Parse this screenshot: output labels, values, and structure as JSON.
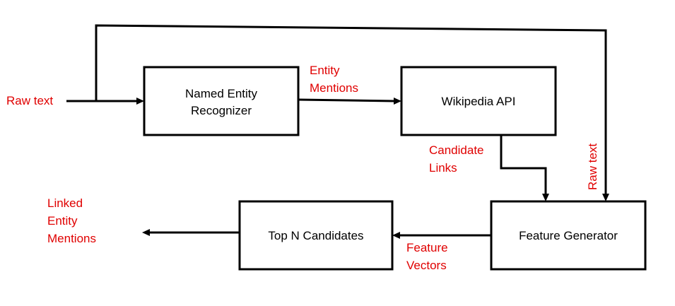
{
  "colors": {
    "box_stroke": "#000000",
    "arrow": "#000000",
    "box_text": "#000000",
    "edge_label": "#e00000",
    "background": "#ffffff"
  },
  "boxes": {
    "ner": {
      "line1": "Named Entity",
      "line2": "Recognizer"
    },
    "wiki": {
      "label": "Wikipedia API"
    },
    "feature": {
      "label": "Feature Generator"
    },
    "topn": {
      "label": "Top N Candidates"
    }
  },
  "labels": {
    "raw_text_input": "Raw text",
    "entity_mentions": {
      "line1": "Entity",
      "line2": "Mentions"
    },
    "candidate_links": {
      "line1": "Candidate",
      "line2": "Links"
    },
    "raw_text_bypass": "Raw text",
    "feature_vectors": {
      "line1": "Feature",
      "line2": "Vectors"
    },
    "linked_entity_mentions": {
      "line1": "Linked",
      "line2": "Entity",
      "line3": "Mentions"
    }
  }
}
